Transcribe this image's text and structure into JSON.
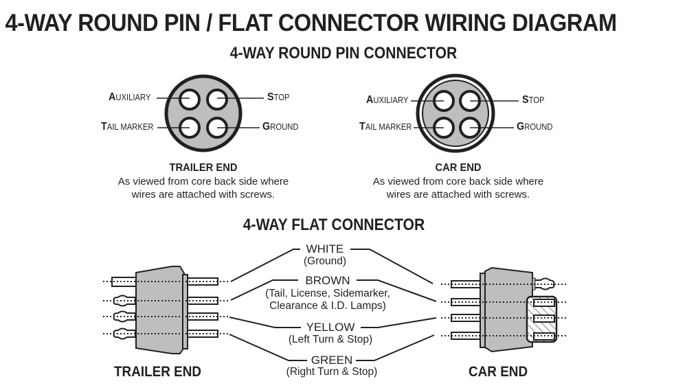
{
  "title": "4-WAY ROUND PIN / FLAT CONNECTOR WIRING DIAGRAM",
  "round_section": {
    "title": "4-WAY ROUND PIN CONNECTOR",
    "trailer_end": {
      "heading": "TRAILER END",
      "note_line1": "As viewed from core back side where",
      "note_line2": "wires are attached with screws.",
      "pins": {
        "top_left": {
          "first": "A",
          "rest": "UXILIARY"
        },
        "top_right": {
          "first": "S",
          "rest": "TOP"
        },
        "bottom_left": {
          "first": "T",
          "rest": "AIL MARKER"
        },
        "bottom_right": {
          "first": "G",
          "rest": "ROUND"
        }
      }
    },
    "car_end": {
      "heading": "CAR END",
      "note_line1": "As viewed from core back side where",
      "note_line2": "wires are attached with screws.",
      "pins": {
        "top_left": {
          "first": "A",
          "rest": "UXILIARY"
        },
        "top_right": {
          "first": "S",
          "rest": "TOP"
        },
        "bottom_left": {
          "first": "T",
          "rest": "AIL MARKER"
        },
        "bottom_right": {
          "first": "G",
          "rest": "ROUND"
        }
      }
    }
  },
  "flat_section": {
    "title": "4-WAY FLAT CONNECTOR",
    "wires": [
      {
        "color": "WHITE",
        "function_line1": "(Ground)",
        "function_line2": ""
      },
      {
        "color": "BROWN",
        "function_line1": "(Tail, License, Sidemarker,",
        "function_line2": "Clearance & I.D. Lamps)"
      },
      {
        "color": "YELLOW",
        "function_line1": "(Left Turn & Stop)",
        "function_line2": ""
      },
      {
        "color": "GREEN",
        "function_line1": "(Right Turn & Stop)",
        "function_line2": ""
      }
    ],
    "trailer_end_label": "TRAILER  END",
    "car_end_label": "CAR  END"
  },
  "colors": {
    "ink": "#231f20",
    "connector_fill": "#bcbec0",
    "hatch": "#8a8c8e"
  }
}
